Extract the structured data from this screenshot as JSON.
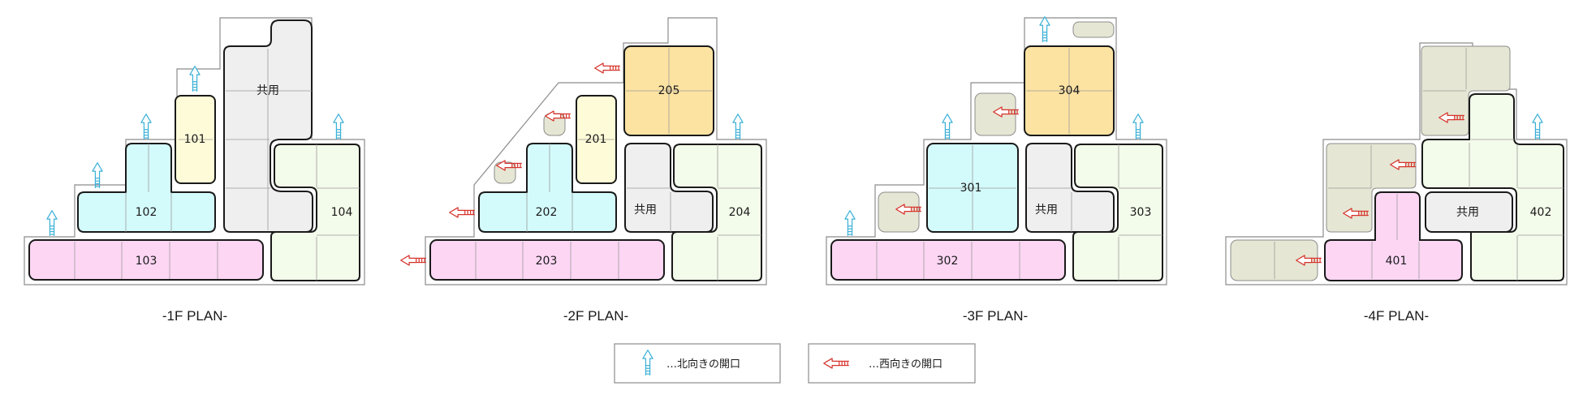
{
  "colors": {
    "outline": "#8c8c8c",
    "room_stroke": "#1a1a1a",
    "cell_line": "#9a9a9a",
    "pink": "#fdd6f4",
    "cyan": "#d4fbfc",
    "yellow": "#fefbd8",
    "orange": "#fde3a2",
    "gray": "#efefef",
    "green": "#f3fbea",
    "khaki": "#e6e6d4",
    "north_arrow": "#3ab0d6",
    "west_arrow": "#d6322a"
  },
  "plans": [
    {
      "caption": "-1F PLAN-",
      "rooms": [
        {
          "label": "101",
          "color": "yellow"
        },
        {
          "label": "102",
          "color": "cyan"
        },
        {
          "label": "103",
          "color": "pink"
        },
        {
          "label": "104",
          "color": "green"
        },
        {
          "label": "共用",
          "color": "gray"
        }
      ]
    },
    {
      "caption": "-2F PLAN-",
      "rooms": [
        {
          "label": "201",
          "color": "yellow"
        },
        {
          "label": "202",
          "color": "cyan"
        },
        {
          "label": "203",
          "color": "pink"
        },
        {
          "label": "204",
          "color": "green"
        },
        {
          "label": "205",
          "color": "orange"
        },
        {
          "label": "共用",
          "color": "gray"
        }
      ]
    },
    {
      "caption": "-3F PLAN-",
      "rooms": [
        {
          "label": "301",
          "color": "cyan"
        },
        {
          "label": "302",
          "color": "pink"
        },
        {
          "label": "303",
          "color": "green"
        },
        {
          "label": "304",
          "color": "orange"
        },
        {
          "label": "共用",
          "color": "gray"
        }
      ]
    },
    {
      "caption": "-4F PLAN-",
      "rooms": [
        {
          "label": "401",
          "color": "pink"
        },
        {
          "label": "402",
          "color": "green"
        },
        {
          "label": "共用",
          "color": "gray"
        }
      ]
    }
  ],
  "legend": [
    {
      "icon": "north-arrow-icon",
      "text": "…北向きの開口"
    },
    {
      "icon": "west-arrow-icon",
      "text": "…西向きの開口"
    }
  ]
}
